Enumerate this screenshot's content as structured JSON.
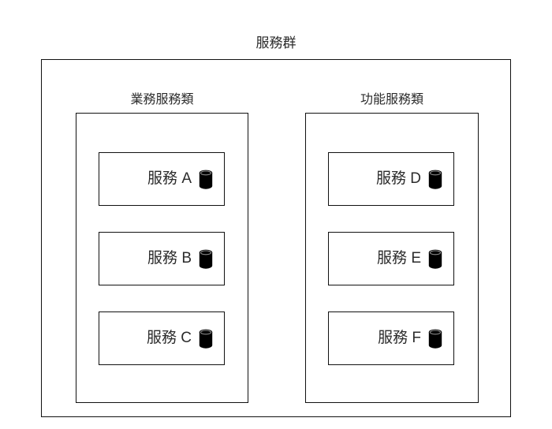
{
  "diagram": {
    "title": "服務群",
    "groups": [
      {
        "label": "業務服務類",
        "services": [
          {
            "name": "服務 A",
            "icon": "database-icon"
          },
          {
            "name": "服務 B",
            "icon": "database-icon"
          },
          {
            "name": "服務 C",
            "icon": "database-icon"
          }
        ]
      },
      {
        "label": "功能服務類",
        "services": [
          {
            "name": "服務 D",
            "icon": "database-icon"
          },
          {
            "name": "服務 E",
            "icon": "database-icon"
          },
          {
            "name": "服務 F",
            "icon": "database-icon"
          }
        ]
      }
    ]
  },
  "colors": {
    "background": "#ffffff",
    "stroke": "#111111",
    "text": "#2b2b2b",
    "icon_fill": "#000000"
  }
}
